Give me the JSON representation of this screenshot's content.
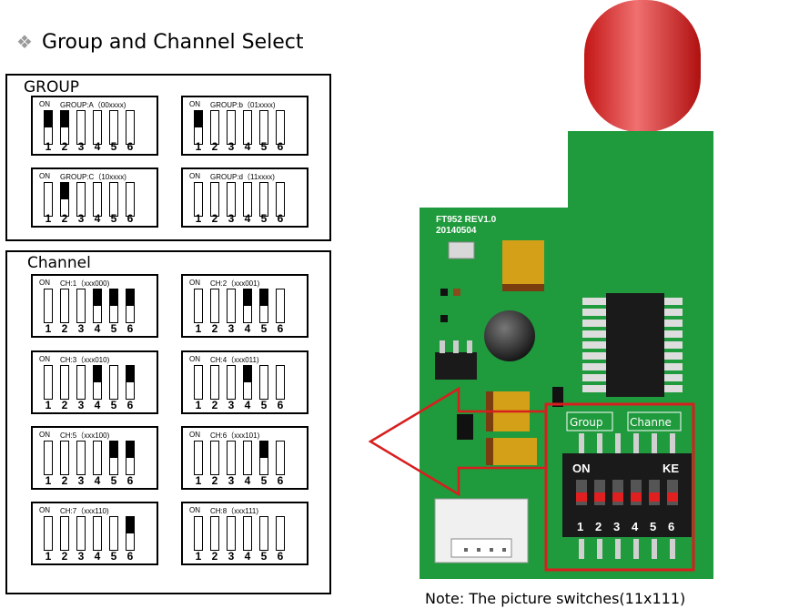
{
  "heading": "Group and Channel Select",
  "group_panel": {
    "title": "GROUP",
    "switches": [
      {
        "label": "GROUP:A（00xxxx)",
        "on_label": "ON",
        "states": [
          1,
          1,
          0,
          0,
          0,
          0
        ]
      },
      {
        "label": "GROUP:b（01xxxx)",
        "on_label": "ON",
        "states": [
          1,
          0,
          0,
          0,
          0,
          0
        ]
      },
      {
        "label": "GROUP:C（10xxxx)",
        "on_label": "ON",
        "states": [
          0,
          1,
          0,
          0,
          0,
          0
        ]
      },
      {
        "label": "GROUP:d（11xxxx)",
        "on_label": "ON",
        "states": [
          0,
          0,
          0,
          0,
          0,
          0
        ]
      }
    ]
  },
  "channel_panel": {
    "title": "Channel",
    "switches": [
      {
        "label": "CH:1（xxx000)",
        "on_label": "ON",
        "states": [
          0,
          0,
          0,
          1,
          1,
          1
        ]
      },
      {
        "label": "CH:2（xxx001)",
        "on_label": "ON",
        "states": [
          0,
          0,
          0,
          1,
          1,
          0
        ]
      },
      {
        "label": "CH:3（xxx010)",
        "on_label": "ON",
        "states": [
          0,
          0,
          0,
          1,
          0,
          1
        ]
      },
      {
        "label": "CH:4（xxx011)",
        "on_label": "ON",
        "states": [
          0,
          0,
          0,
          1,
          0,
          0
        ]
      },
      {
        "label": "CH:5（xxx100)",
        "on_label": "ON",
        "states": [
          0,
          0,
          0,
          0,
          1,
          1
        ]
      },
      {
        "label": "CH:6（xxx101)",
        "on_label": "ON",
        "states": [
          0,
          0,
          0,
          0,
          1,
          0
        ]
      },
      {
        "label": "CH:7（xxx110)",
        "on_label": "ON",
        "states": [
          0,
          0,
          0,
          0,
          0,
          1
        ]
      },
      {
        "label": "CH:8（xxx111)",
        "on_label": "ON",
        "states": [
          0,
          0,
          0,
          0,
          0,
          0
        ]
      }
    ]
  },
  "switch_numbers": [
    "1",
    "2",
    "3",
    "4",
    "5",
    "6"
  ],
  "board": {
    "model": "FT952 REV1.0",
    "date": "20140504",
    "group_tag": "Group",
    "channel_tag": "Channe",
    "dip_on": "ON",
    "dip_ke": "KE",
    "dip_numbers": [
      "1",
      "2",
      "3",
      "4",
      "5",
      "6"
    ]
  },
  "note": "Note: The picture switches(11x111)",
  "colors": {
    "board_green": "#1f9a3c",
    "antenna_red": "#e02020",
    "highlight_red": "#d81e1e",
    "capacitor_yellow": "#d4a017",
    "ic_black": "#1a1a1a",
    "switch_fill": "#000000"
  }
}
